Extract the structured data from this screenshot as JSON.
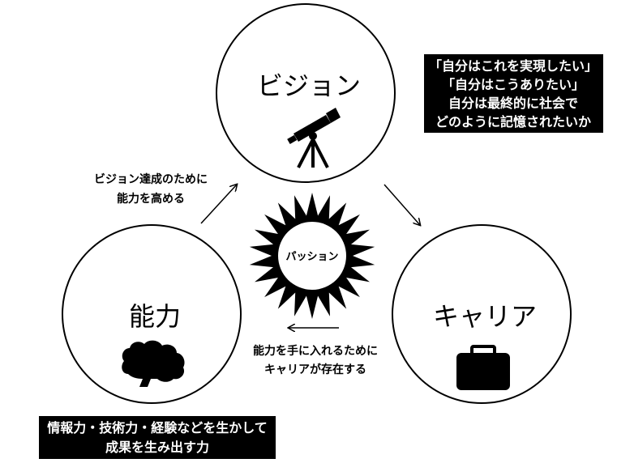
{
  "nodes": {
    "vision": {
      "label": "ビジョン",
      "icon": "telescope-icon"
    },
    "ability": {
      "label": "能力",
      "icon": "brain-icon"
    },
    "career": {
      "label": "キャリア",
      "icon": "briefcase-icon"
    }
  },
  "center": {
    "label": "パッション",
    "icon": "sun-icon"
  },
  "arrows": {
    "ability_to_vision": {
      "lines": [
        "ビジョン達成のために",
        "能力を高める"
      ]
    },
    "career_to_ability": {
      "lines": [
        "能力を手に入れるために",
        "キャリアが存在する"
      ]
    }
  },
  "boxes": {
    "vision_note": {
      "lines": [
        "「自分はこれを実現したい」",
        "「自分はこうありたい」",
        "自分は最終的に社会で",
        "どのように記憶されたいか"
      ]
    },
    "ability_note": {
      "lines": [
        "情報力・技術力・経験などを生かして",
        "成果を生み出す力"
      ]
    }
  },
  "colors": {
    "ink": "#000000",
    "paper": "#ffffff"
  }
}
